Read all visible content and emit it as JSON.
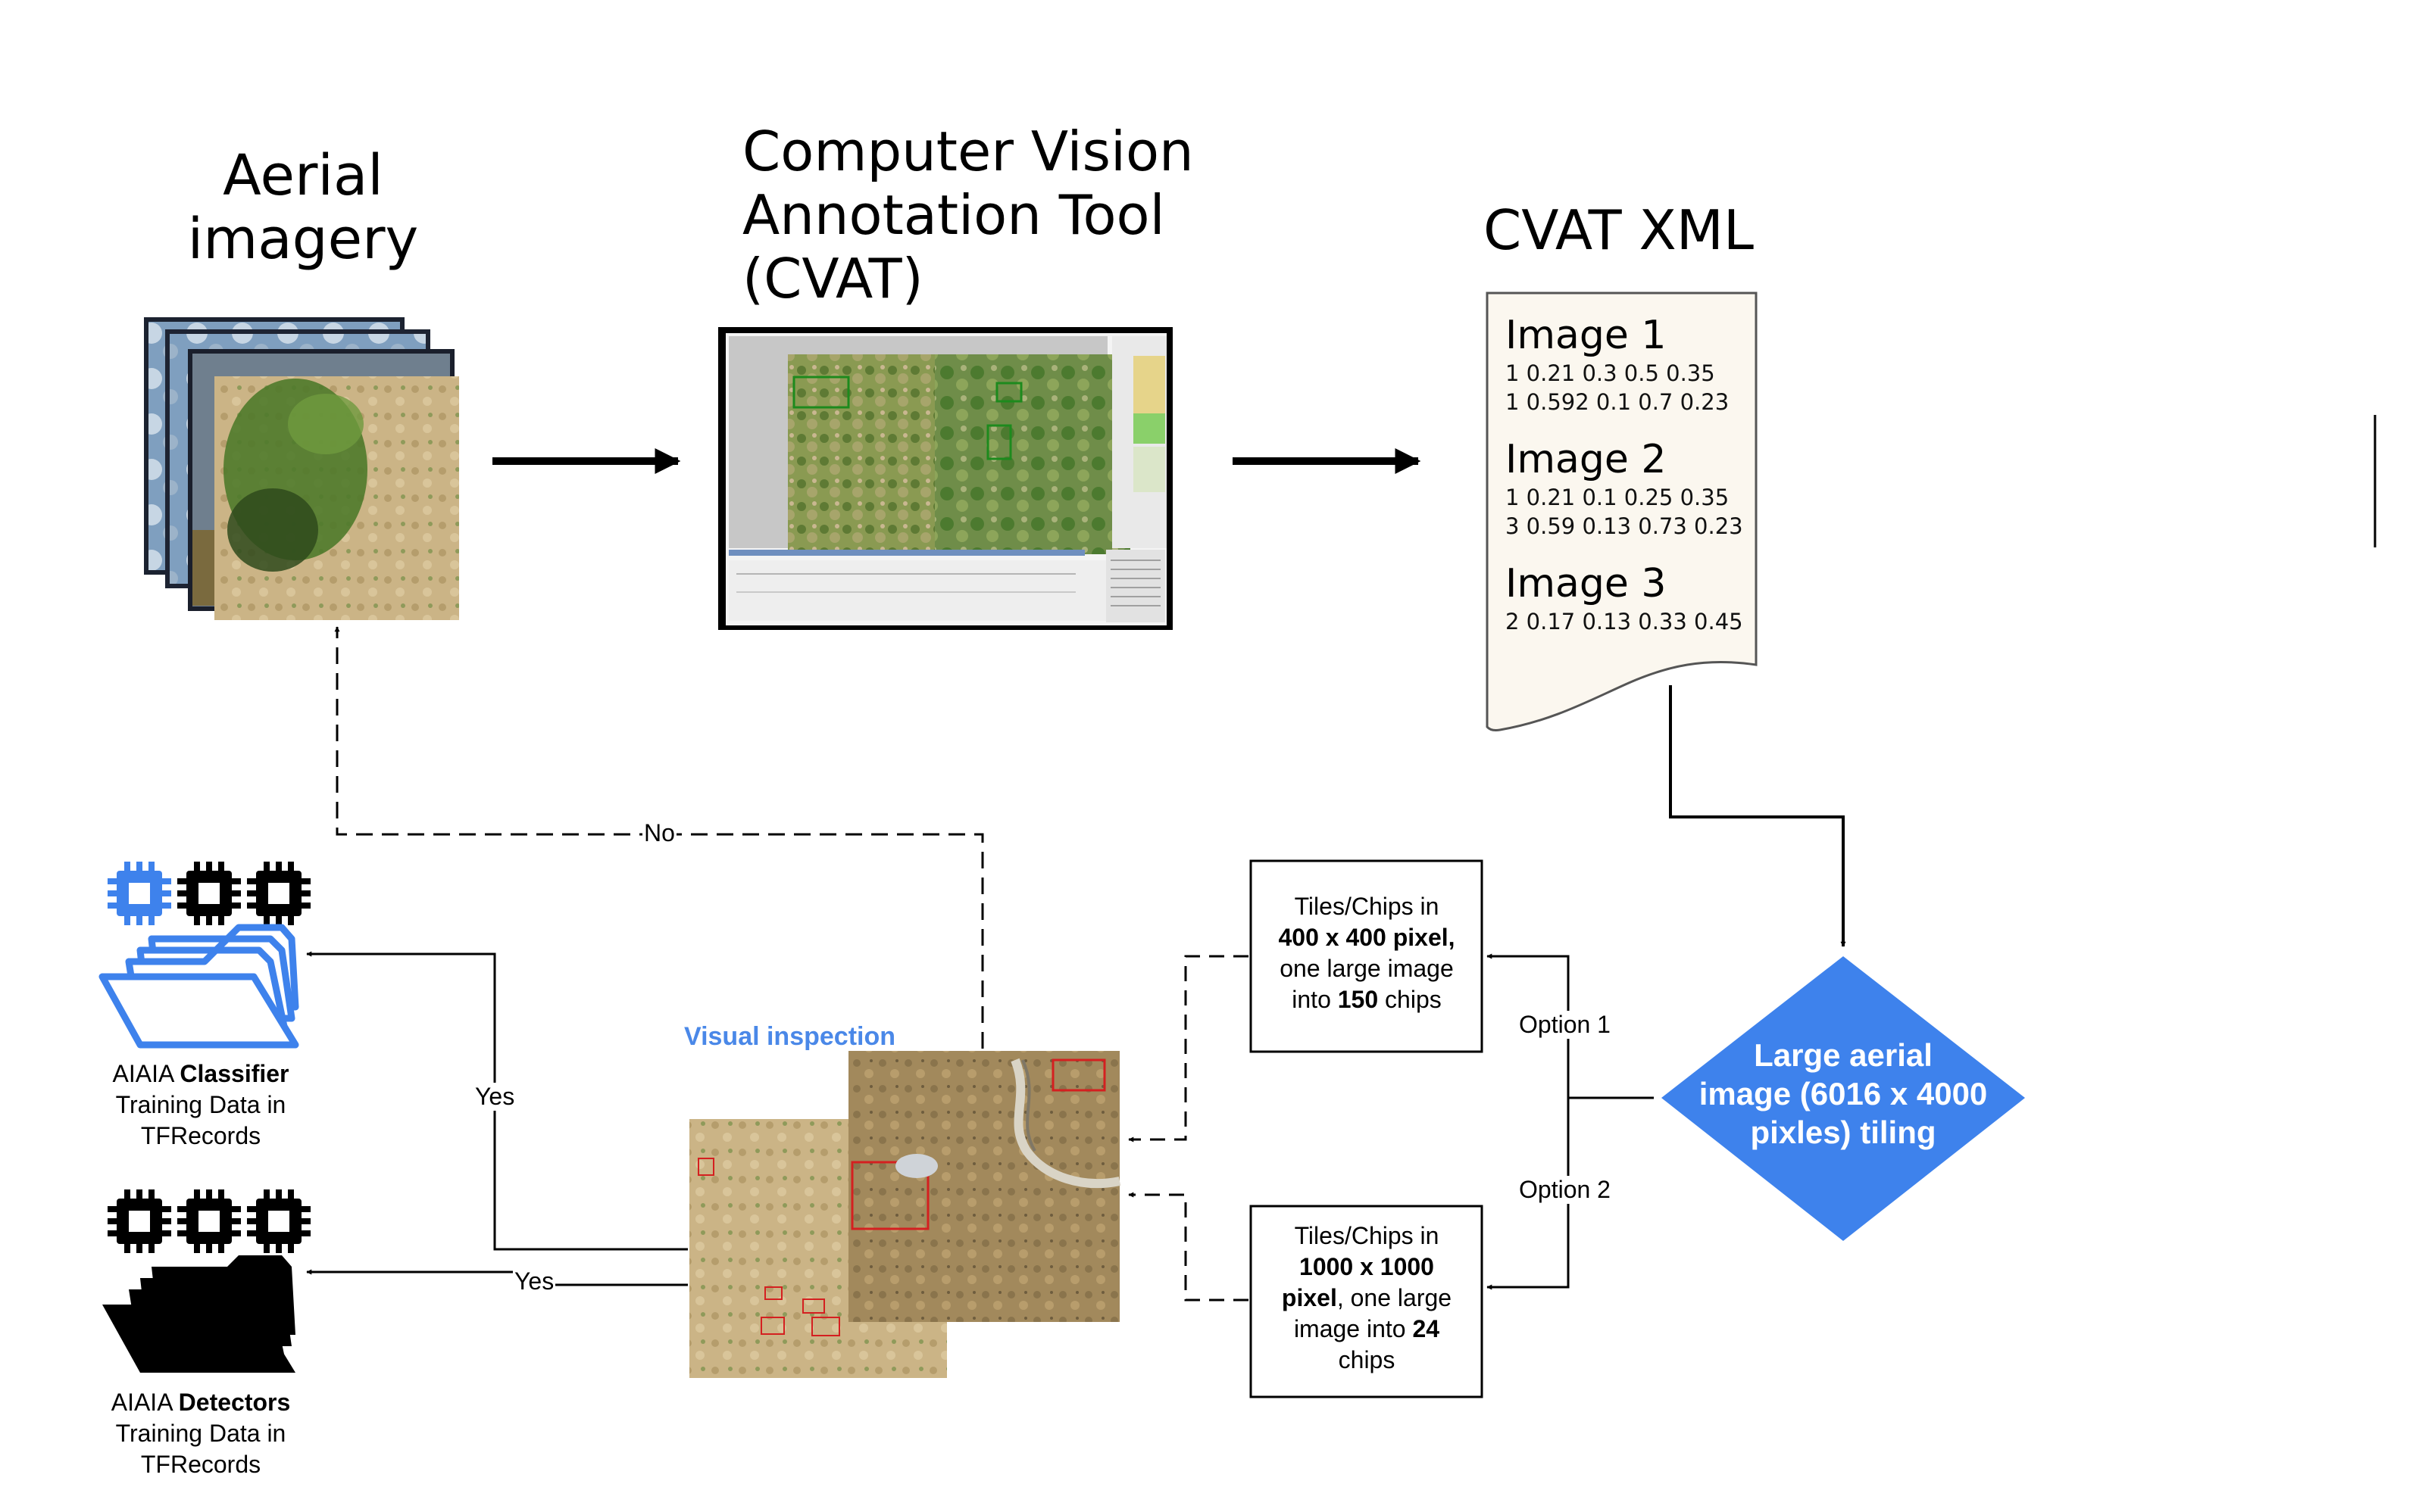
{
  "titles": {
    "aerial": [
      "Aerial",
      "imagery"
    ],
    "cvat": [
      "Computer Vision",
      "Annotation Tool",
      "(CVAT)"
    ],
    "xml": "CVAT XML"
  },
  "xml_doc": [
    {
      "name": "Image 1",
      "rows": [
        "1 0.21 0.3 0.5 0.35",
        "1 0.592 0.1 0.7 0.23"
      ]
    },
    {
      "name": "Image 2",
      "rows": [
        "1 0.21 0.1 0.25 0.35",
        "3 0.59 0.13 0.73 0.23"
      ]
    },
    {
      "name": "Image 3",
      "rows": [
        "2 0.17 0.13 0.33 0.45"
      ]
    }
  ],
  "tiling": {
    "diamond": [
      "Large aerial",
      "image (6016 x 4000",
      "pixles) tiling"
    ],
    "option1": "Option 1",
    "option2": "Option 2",
    "box1": {
      "l1": "Tiles/Chips in",
      "l2": "400 x 400 pixel,",
      "l3": "one large image",
      "l4a": "into ",
      "l4b": "150",
      "l4c": " chips"
    },
    "box2": {
      "l1": "Tiles/Chips in",
      "l2": "1000 x 1000",
      "l3a": "pixel",
      "l3b": ", one large",
      "l4a": "image into ",
      "l4b": "24",
      "l5": "chips"
    }
  },
  "inspection": {
    "label": "Visual inspection",
    "no": "No",
    "yes1": "Yes",
    "yes2": "Yes"
  },
  "folders": {
    "classifier": {
      "pre": "AIAIA ",
      "bold": "Classifier",
      "l2": "Training Data in",
      "l3": "TFRecords"
    },
    "detectors": {
      "pre": "AIAIA ",
      "bold": "Detectors",
      "l2": "Training Data in",
      "l3": "TFRecords"
    }
  },
  "colors": {
    "accent_blue": "#3e82ec",
    "label_blue": "#4a88e8",
    "paper": "#fbf7ef"
  },
  "icons": [
    "cpu-chip-icon",
    "folder-stack-icon",
    "arrow-right-icon"
  ]
}
